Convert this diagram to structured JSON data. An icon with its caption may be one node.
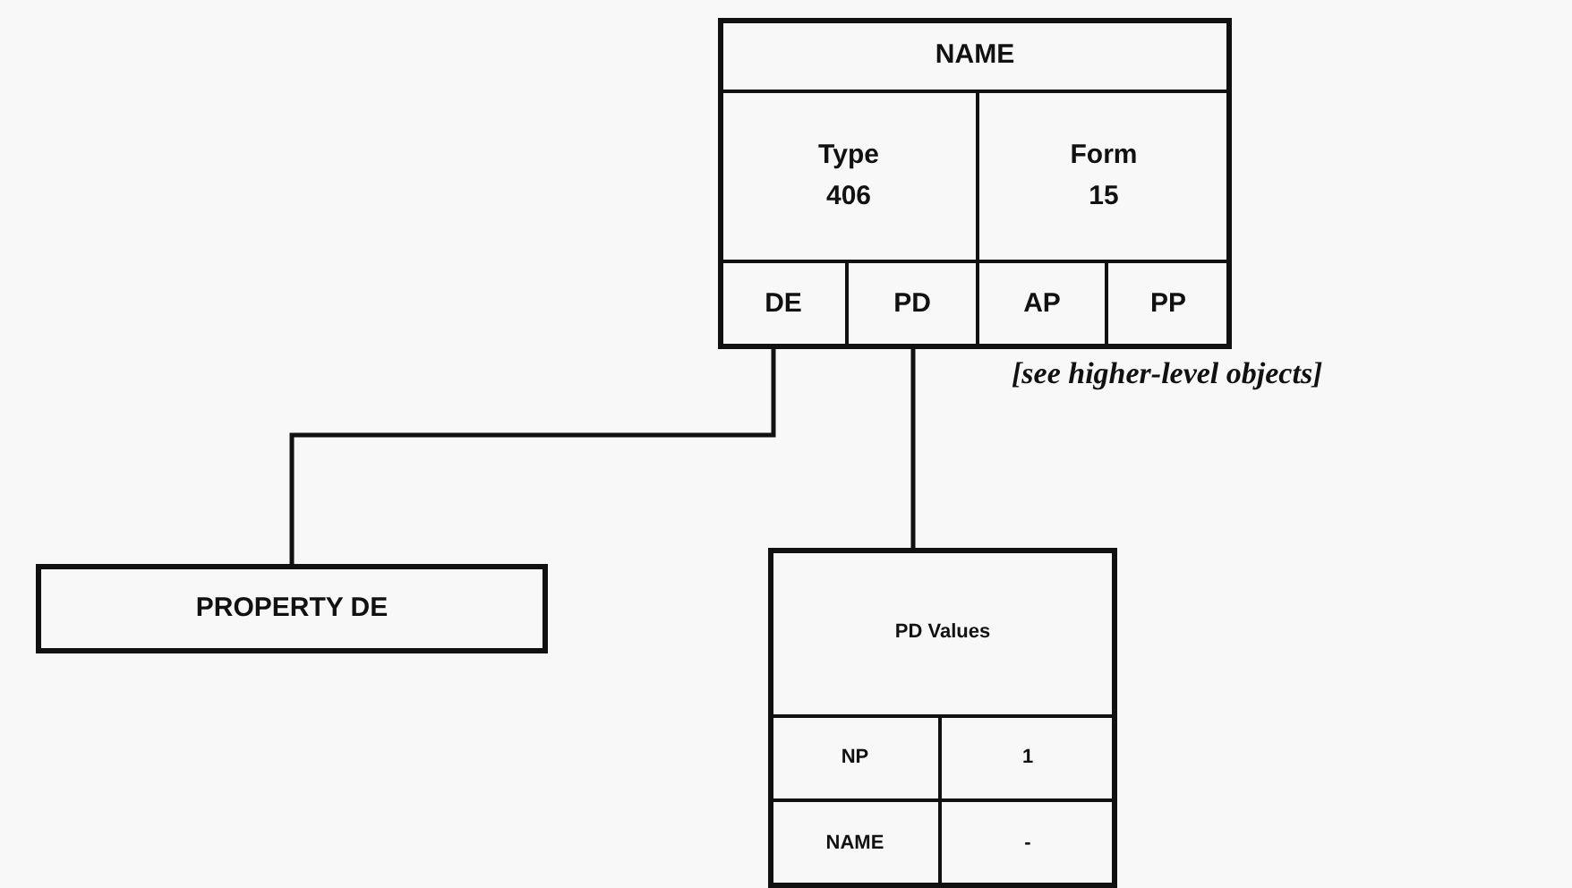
{
  "diagram": {
    "nodes": [
      {
        "text": [],
        "shape": "box"
      },
      {
        "text": [
          "NAME"
        ],
        "in": 0
      },
      {
        "text": [
          "Type",
          "406"
        ],
        "in": 0
      },
      {
        "text": [
          "Form",
          "15"
        ],
        "in": 0
      },
      {
        "text": [
          "DE"
        ],
        "in": 0
      },
      {
        "text": [
          "PD"
        ],
        "in": 0
      },
      {
        "text": [
          "AP"
        ],
        "in": 0
      },
      {
        "text": [
          "PP"
        ],
        "in": 0
      },
      {
        "text": [
          "PROPERTY DE"
        ]
      },
      {
        "text": [],
        "shape": "box"
      },
      {
        "text": [
          "PD Values"
        ],
        "in": 9
      },
      {
        "text": [
          "NP"
        ],
        "in": 9
      },
      {
        "text": [
          "1"
        ],
        "in": 9
      },
      {
        "text": [
          "NAME"
        ],
        "in": 9
      },
      {
        "text": [
          "-"
        ],
        "in": 9
      }
    ],
    "edges": [
      {
        "from": 4,
        "to": 8,
        "arrow": "none"
      },
      {
        "from": 5,
        "to": 9,
        "arrow": "none"
      }
    ],
    "labels": [
      "[see higher-level objects]"
    ]
  }
}
